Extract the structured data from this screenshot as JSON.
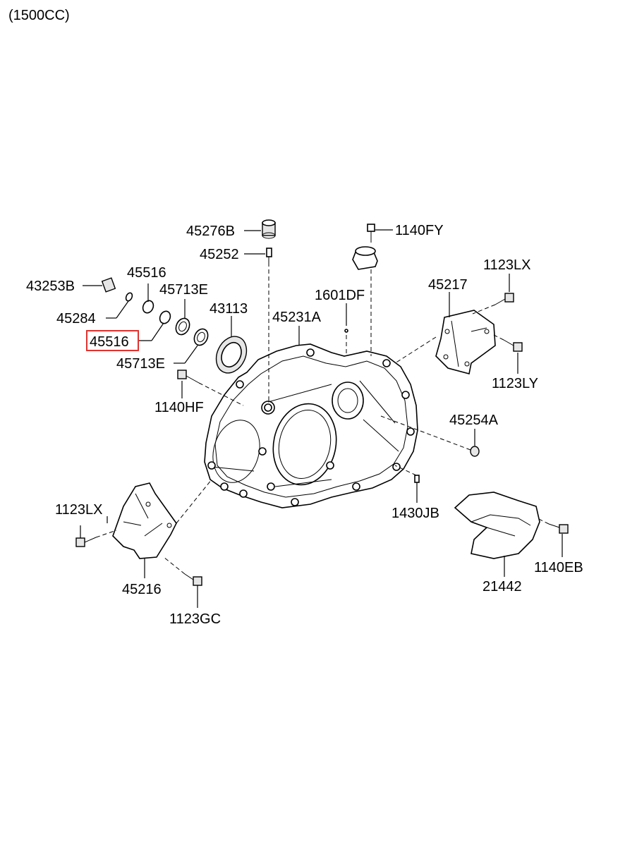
{
  "header": {
    "variant": "(1500CC)"
  },
  "labels": {
    "p45276B": "45276B",
    "p45252": "45252",
    "p1140FY": "1140FY",
    "p43253B": "43253B",
    "p45516_top": "45516",
    "p45713E_top": "45713E",
    "p43113": "43113",
    "p45231A": "45231A",
    "p1601DF": "1601DF",
    "p45217": "45217",
    "p1123LX_right": "1123LX",
    "p45284": "45284",
    "p45516_highlight": "45516",
    "p45713E_bottom": "45713E",
    "p1140HF": "1140HF",
    "p1123LY": "1123LY",
    "p45254A": "45254A",
    "p1123LX_left": "1123LX",
    "p1430JB": "1430JB",
    "p1140EB": "1140EB",
    "p45216": "45216",
    "p21442": "21442",
    "p1123GC": "1123GC"
  },
  "colors": {
    "highlight": "#e0332f",
    "line": "#000000",
    "background": "#ffffff"
  }
}
